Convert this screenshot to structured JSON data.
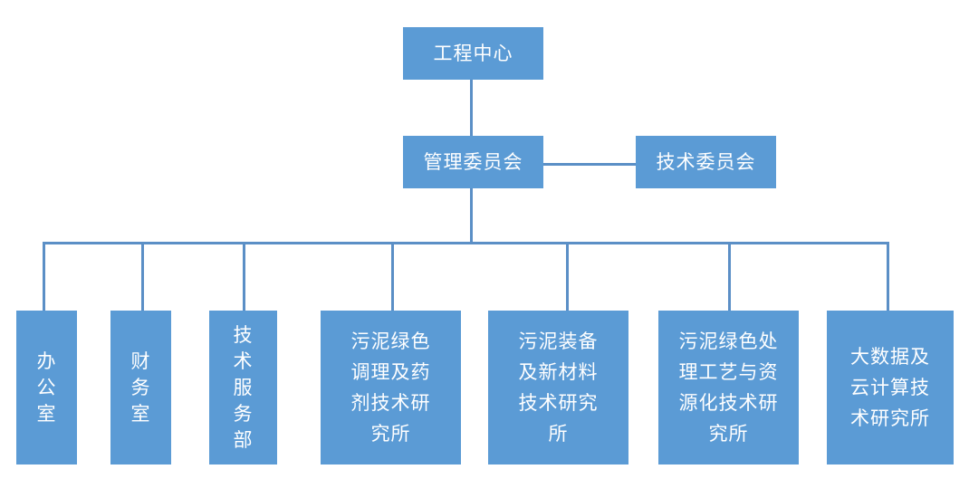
{
  "nodes": {
    "engineering_center": "工程中心",
    "management_committee": "管理委员会",
    "technical_committee": "技术委员会",
    "office": "办公室",
    "finance_office": "财务室",
    "technical_service_dept": "技术服务部",
    "institute_1": "污泥绿色\n调理及药\n剂技术研\n究所",
    "institute_2": "污泥装备\n及新材料\n技术研究\n所",
    "institute_3": "污泥绿色处\n理工艺与资\n源化技术研\n究所",
    "institute_4": "大数据及\n云计算技\n术研究所"
  },
  "colors": {
    "box_fill": "#5b9bd5",
    "connector": "#5b8fc6",
    "text": "#ffffff"
  }
}
